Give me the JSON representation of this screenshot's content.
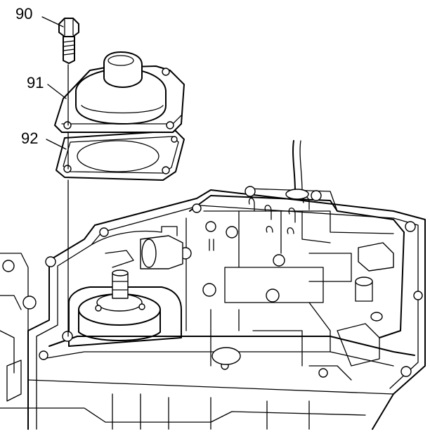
{
  "callouts": {
    "bolt": "90",
    "cover": "91",
    "gasket": "92"
  },
  "colors": {
    "line": "#000000",
    "background": "#ffffff"
  }
}
